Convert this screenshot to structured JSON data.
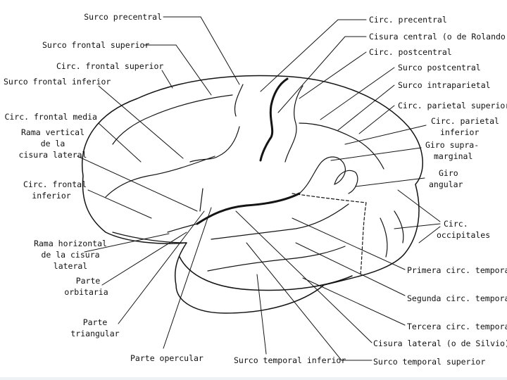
{
  "labels": {
    "surco_precentral": "Surco precentral",
    "surco_frontal_superior": "Surco frontal superior",
    "circ_frontal_superior": "Circ. frontal superior",
    "surco_frontal_inferior": "Surco frontal inferior",
    "circ_frontal_media": "Circ. frontal media",
    "rama_vertical_1": "Rama vertical",
    "rama_vertical_2": "de la",
    "rama_vertical_3": "cisura lateral",
    "circ_frontal_inferior_1": "Circ. frontal",
    "circ_frontal_inferior_2": "inferior",
    "rama_horizontal_1": "Rama horizontal",
    "rama_horizontal_2": "de la cisura",
    "rama_horizontal_3": "lateral",
    "parte_orbitaria_1": "Parte",
    "parte_orbitaria_2": "orbitaria",
    "parte_triangular_1": "Parte",
    "parte_triangular_2": "triangular",
    "parte_opercular": "Parte opercular",
    "surco_temporal_inferior": "Surco temporal inferior",
    "circ_precentral": "Circ. precentral",
    "cisura_central": "Cisura central (o de Rolando)",
    "circ_postcentral": "Circ. postcentral",
    "surco_postcentral": "Surco postcentral",
    "surco_intraparietal": "Surco intraparietal",
    "circ_parietal_superior": "Circ. parietal superior",
    "circ_parietal_inferior_1": "Circ. parietal",
    "circ_parietal_inferior_2": "inferior",
    "giro_supramarginal_1": "Giro supra-",
    "giro_supramarginal_2": "marginal",
    "giro_angular_1": "Giro",
    "giro_angular_2": "angular",
    "circ_occipitales_1": "Circ.",
    "circ_occipitales_2": "occipitales",
    "primera_circ_temporal": "Primera circ. temporal",
    "segunda_circ_temporal": "Segunda circ. temporal",
    "tercera_circ_temporal": "Tercera circ. temporal",
    "cisura_lateral": "Cisura lateral (o de Silvio)",
    "surco_temporal_superior": "Surco temporal superior"
  },
  "colors": {
    "line": "#141414",
    "text": "#111111",
    "background": "#ffffff"
  }
}
